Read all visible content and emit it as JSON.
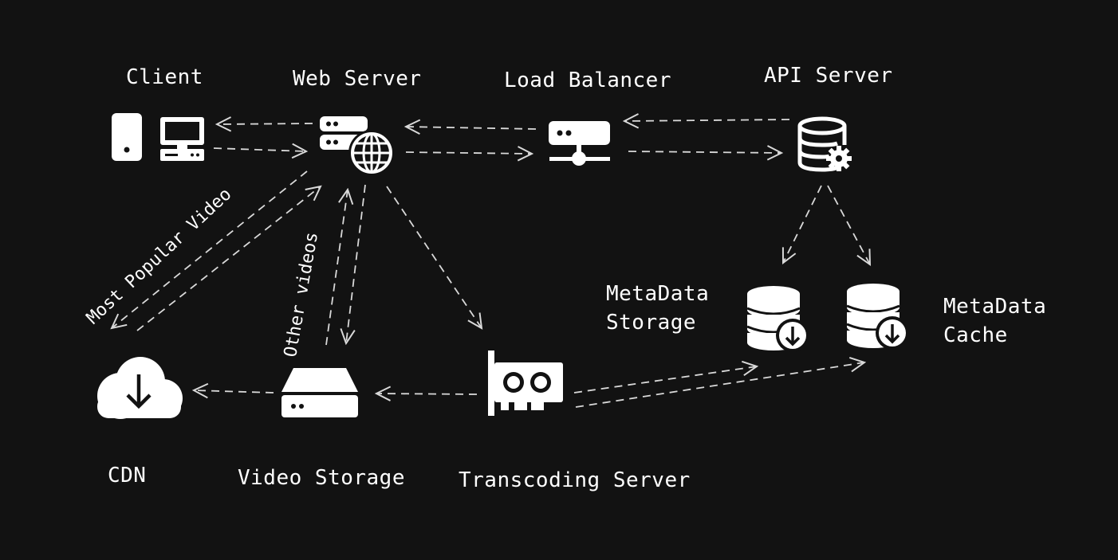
{
  "nodes": {
    "client": {
      "label": "Client",
      "icons": [
        "phone-icon",
        "desktop-computer-icon"
      ]
    },
    "web_server": {
      "label": "Web Server",
      "icons": [
        "server-icon",
        "globe-icon"
      ]
    },
    "load_balancer": {
      "label": "Load Balancer",
      "icons": [
        "load-balancer-icon"
      ]
    },
    "api_server": {
      "label": "API Server",
      "icons": [
        "database-gear-icon"
      ]
    },
    "metadata_storage": {
      "label_line1": "MetaData",
      "label_line2": "Storage",
      "icons": [
        "database-download-icon"
      ]
    },
    "metadata_cache": {
      "label_line1": "MetaData",
      "label_line2": "Cache",
      "icons": [
        "database-download-icon"
      ]
    },
    "cdn": {
      "label": "CDN",
      "icons": [
        "cloud-download-icon"
      ]
    },
    "video_storage": {
      "label": "Video Storage",
      "icons": [
        "storage-drive-icon"
      ]
    },
    "transcoding_server": {
      "label": "Transcoding Server",
      "icons": [
        "gpu-card-icon"
      ]
    }
  },
  "edge_labels": {
    "most_popular_video": "Most Popular Video",
    "other_videos": "Other videos"
  },
  "colors": {
    "background": "#121212",
    "foreground": "#ffffff",
    "arrow": "#d9d9d9"
  }
}
